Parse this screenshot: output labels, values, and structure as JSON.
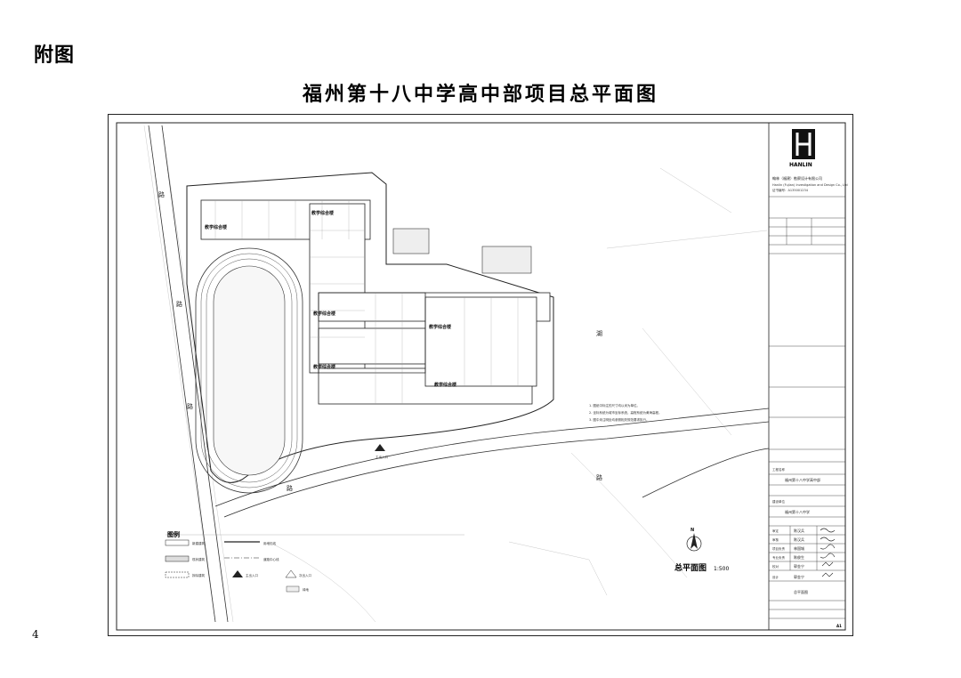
{
  "page": {
    "appendix_label": "附图",
    "title": "福州第十八中学高中部项目总平面图",
    "page_number": "4"
  },
  "plan": {
    "road_chars": [
      "路",
      "路",
      "路",
      "路",
      "湖",
      "路"
    ],
    "building_labels": [
      "教学综合楼",
      "教学综合楼",
      "教学综合楼",
      "教学综合楼",
      "教学综合楼",
      "教学综合楼"
    ],
    "entrance_label": "主出入口",
    "notes": [
      "1. 图纸中标注的尺寸均以米为单位。",
      "2. 坐标系统为城市坐标系统，高程系统为黄海高程。",
      "3. 图中未注明处均参照相关规范要求执行。"
    ]
  },
  "legend": {
    "title": "图例",
    "rows": [
      "新建建筑",
      "现状建筑",
      "拆除建筑",
      "用地红线",
      "道路中心线",
      "主出入口",
      "次出入口",
      "绿地"
    ]
  },
  "scale": {
    "north": "N",
    "label": "总平面图",
    "ratio": "1:500"
  },
  "title_block": {
    "logo_text": "HANLIN",
    "company_cn": "翰林（福建）勘察设计有限公司",
    "company_en": "Hanlin (Fujian) Investigation and Design Co., Ltd",
    "cert_no": "证书编号：A135001234",
    "project_label": "工程名称",
    "project_name": "福州第十八中学高中部",
    "client_label": "建设单位",
    "client_name": "福州第十八中学",
    "sign_rows": [
      "审定",
      "审核",
      "项目负责",
      "专业负责",
      "校对",
      "设计"
    ],
    "sign_names": [
      "陈汉兵",
      "陈汉兵",
      "林国城",
      "陈俊生",
      "郭金宁",
      "郭金宁"
    ],
    "drawing_name": "总平面图",
    "sheet_no": "A1"
  }
}
